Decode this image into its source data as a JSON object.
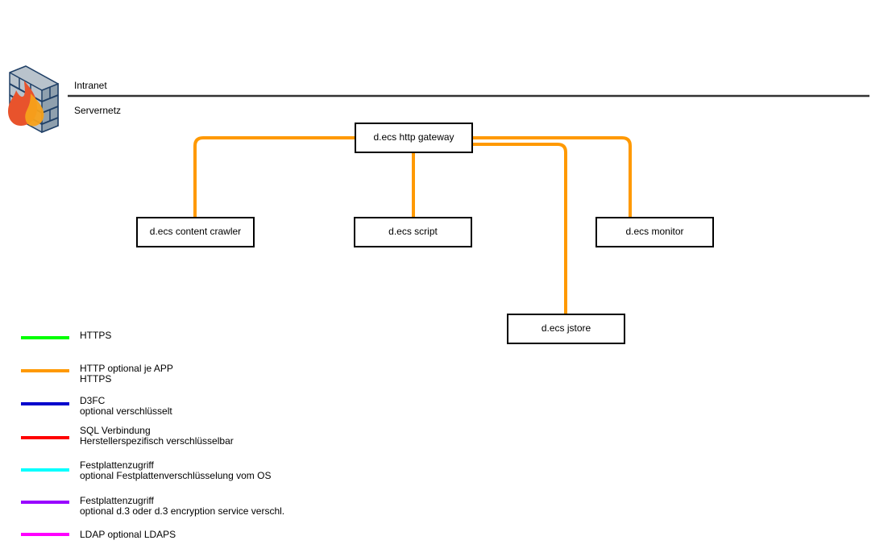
{
  "zones": {
    "upper": "Intranet",
    "lower": "Servernetz"
  },
  "nodes": {
    "gateway": "d.ecs http gateway",
    "crawler": "d.ecs content crawler",
    "script": "d.ecs script",
    "monitor": "d.ecs monitor",
    "jstore": "d.ecs jstore"
  },
  "icons": {
    "firewall": "firewall-icon"
  },
  "colors": {
    "zone_line": "#333333",
    "https": "#00ff00",
    "http_app": "#ff9900",
    "d3fc": "#0000cc",
    "sql": "#ff0000",
    "disk_os": "#00ffff",
    "disk_d3": "#9900ff",
    "ldap": "#ff00ff"
  },
  "connections": [
    {
      "from": "gateway",
      "to": "crawler",
      "protocol": "http_app"
    },
    {
      "from": "gateway",
      "to": "script",
      "protocol": "http_app"
    },
    {
      "from": "gateway",
      "to": "monitor",
      "protocol": "http_app"
    },
    {
      "from": "gateway",
      "to": "jstore",
      "protocol": "http_app"
    }
  ],
  "legend": [
    {
      "key": "https",
      "line1": "HTTPS",
      "line2": ""
    },
    {
      "key": "http_app",
      "line1": "HTTP optional je APP",
      "line2": "HTTPS"
    },
    {
      "key": "d3fc",
      "line1": "D3FC",
      "line2": "optional verschlüsselt"
    },
    {
      "key": "sql",
      "line1": "SQL Verbindung",
      "line2": "Herstellerspezifisch verschlüsselbar"
    },
    {
      "key": "disk_os",
      "line1": "Festplattenzugriff",
      "line2": "optional Festplattenverschlüsselung vom OS"
    },
    {
      "key": "disk_d3",
      "line1": "Festplattenzugriff",
      "line2": "optional d.3 oder d.3 encryption service verschl."
    },
    {
      "key": "ldap",
      "line1": "LDAP optional LDAPS",
      "line2": ""
    }
  ]
}
